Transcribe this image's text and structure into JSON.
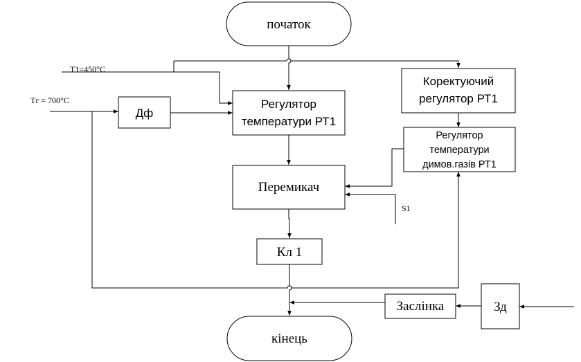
{
  "nodes": {
    "start": "початок",
    "end": "кінець",
    "df": "Дф",
    "regulator": [
      "Регулятор",
      "температури РТ1"
    ],
    "corrective": [
      "Коректуючий",
      "регулятор РТ1"
    ],
    "flue_regulator": [
      "Регулятор",
      "температури",
      "димов.газів РТ1"
    ],
    "switch": "Перемикач",
    "kl1": "Кл 1",
    "damper": "Заслінка",
    "zd": "Зд"
  },
  "signals": {
    "t1": "Т1=450°С",
    "tg": "Тг = 700°С",
    "s1": "S1"
  }
}
